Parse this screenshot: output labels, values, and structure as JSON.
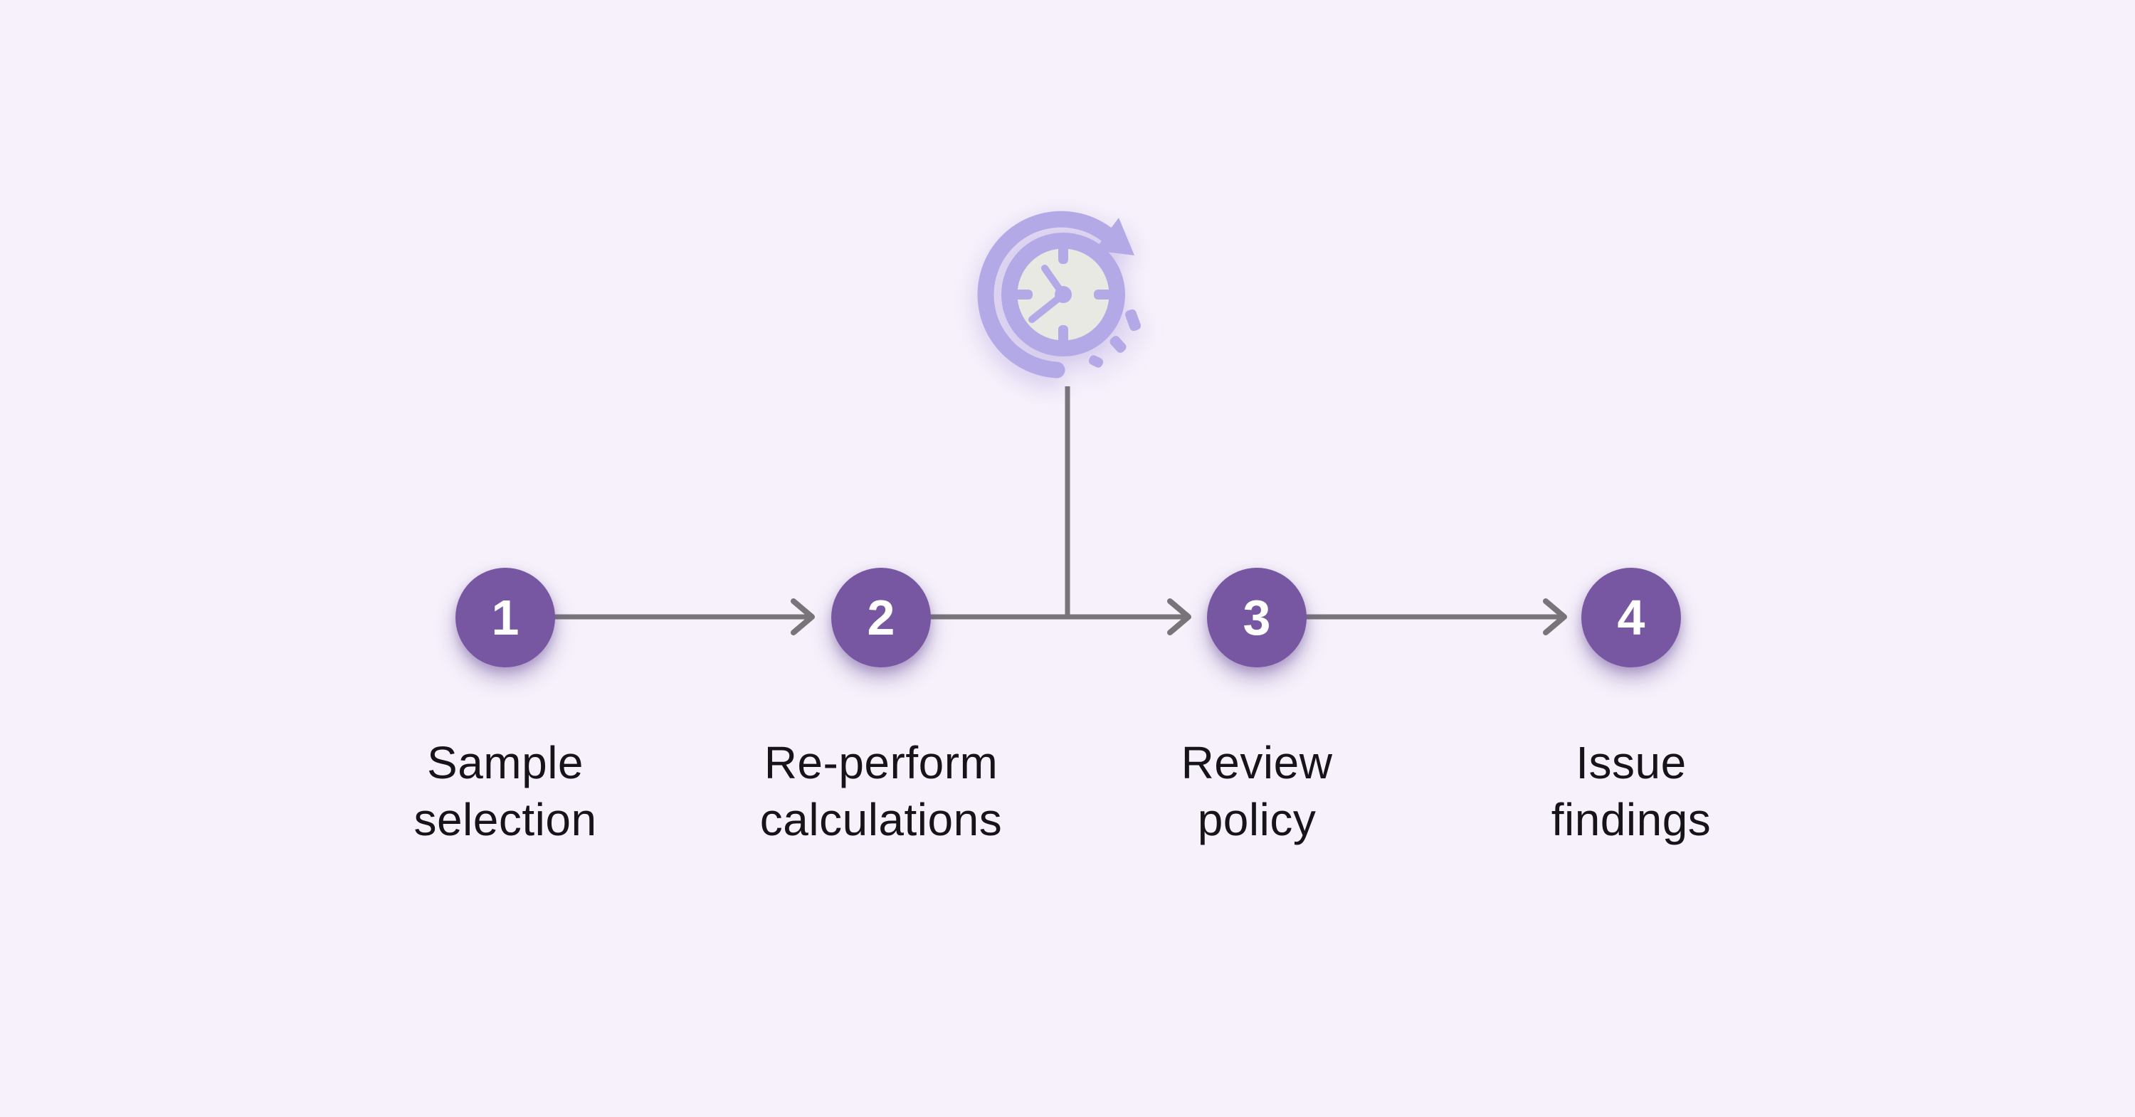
{
  "diagram": {
    "type": "process-flow",
    "description_icon": "clock-with-refresh-arrow-icon",
    "steps": [
      {
        "number": "1",
        "label": "Sample selection",
        "lines": [
          "Sample",
          "selection"
        ]
      },
      {
        "number": "2",
        "label": "Re-perform calculations",
        "lines": [
          "Re-perform",
          "calculations"
        ]
      },
      {
        "number": "3",
        "label": "Review policy",
        "lines": [
          "Review",
          "policy"
        ]
      },
      {
        "number": "4",
        "label": "Issue findings",
        "lines": [
          "Issue",
          "findings"
        ]
      }
    ]
  },
  "colors": {
    "background": "#f6f1fb",
    "step_circle": "#7757a2",
    "step_number": "#ffffff",
    "label_text": "#161319",
    "connector": "#787479",
    "icon_lavender": "#b4a9e7",
    "icon_lavender_light": "#cdc5f2",
    "icon_face": "#e9e9e4"
  }
}
